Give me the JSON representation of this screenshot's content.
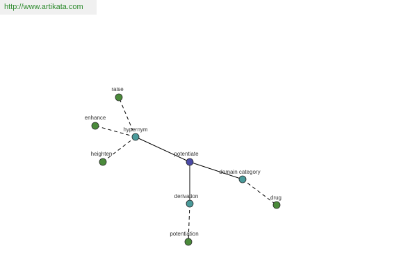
{
  "header": {
    "source_url": "http://www.artikata.com"
  },
  "graph": {
    "colors": {
      "root": "#4a4aa6",
      "relation": "#4a9a9a",
      "word": "#4a8a3a"
    },
    "nodes": {
      "potentiate": {
        "label": "potentiate",
        "kind": "root"
      },
      "hypernym": {
        "label": "hypernym",
        "kind": "relation"
      },
      "domain_category": {
        "label": "domain category",
        "kind": "relation"
      },
      "derivation": {
        "label": "derivation",
        "kind": "relation"
      },
      "raise": {
        "label": "raise",
        "kind": "word"
      },
      "enhance": {
        "label": "enhance",
        "kind": "word"
      },
      "heighten": {
        "label": "heighten",
        "kind": "word"
      },
      "drug": {
        "label": "drug",
        "kind": "word"
      },
      "potentiation": {
        "label": "potentiation",
        "kind": "word"
      }
    },
    "edges": [
      {
        "from": "potentiate",
        "to": "hypernym",
        "style": "solid"
      },
      {
        "from": "potentiate",
        "to": "domain_category",
        "style": "solid"
      },
      {
        "from": "potentiate",
        "to": "derivation",
        "style": "solid"
      },
      {
        "from": "hypernym",
        "to": "raise",
        "style": "dashed"
      },
      {
        "from": "hypernym",
        "to": "enhance",
        "style": "dashed"
      },
      {
        "from": "hypernym",
        "to": "heighten",
        "style": "dashed"
      },
      {
        "from": "domain_category",
        "to": "drug",
        "style": "dashed"
      },
      {
        "from": "derivation",
        "to": "potentiation",
        "style": "dashed"
      }
    ]
  }
}
